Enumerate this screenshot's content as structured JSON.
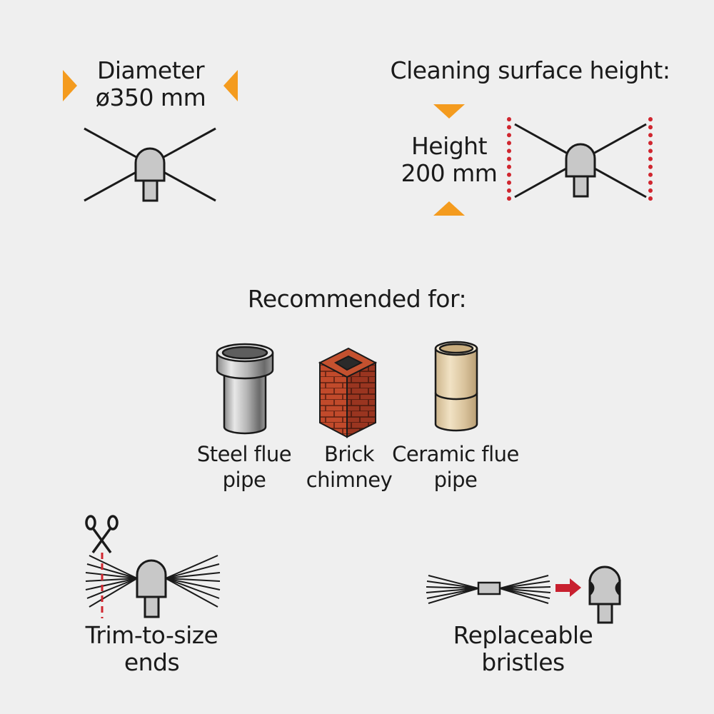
{
  "colors": {
    "background": "#efefef",
    "accent_orange": "#f49b1e",
    "dotted_red": "#d0262f",
    "arrow_red": "#c8202f",
    "brush_head": "#c8c8c8",
    "outline": "#1a1a1a"
  },
  "diameter": {
    "line1": "Diameter",
    "line2": "ø350 mm",
    "icon": "brush-head-x-bristles-icon"
  },
  "height_spec": {
    "title": "Cleaning surface height:",
    "line1": "Height",
    "line2": "200 mm",
    "icon": "brush-head-dotted-bounds-icon"
  },
  "recommended": {
    "title": "Recommended for:",
    "items": [
      {
        "line1": "Steel flue",
        "line2": "pipe",
        "icon": "steel-pipe-icon"
      },
      {
        "line1": "Brick",
        "line2": "chimney",
        "icon": "brick-chimney-icon"
      },
      {
        "line1": "Ceramic flue",
        "line2": "pipe",
        "icon": "ceramic-pipe-icon"
      }
    ]
  },
  "features": {
    "trim": {
      "line1": "Trim-to-size",
      "line2": "ends",
      "icon": "scissors-icon"
    },
    "replace": {
      "line1": "Replaceable",
      "line2": "bristles",
      "icon": "bristle-insert-icon"
    }
  }
}
